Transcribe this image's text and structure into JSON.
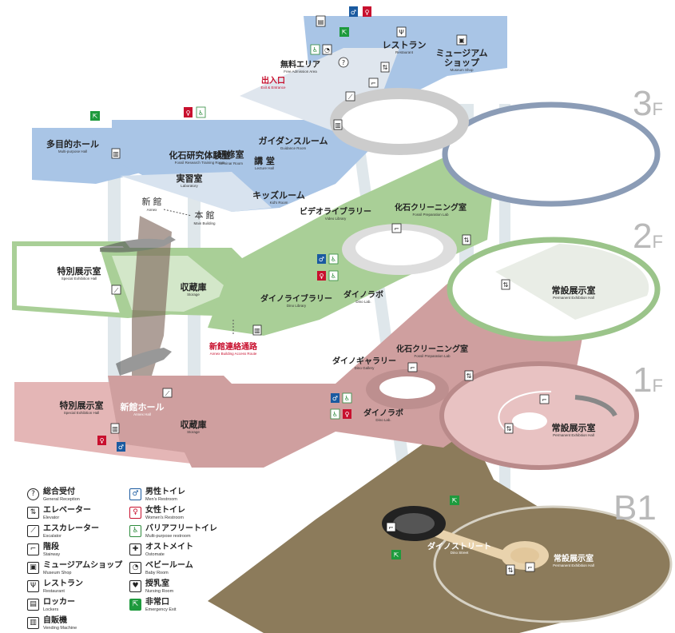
{
  "floors": {
    "f3": "3",
    "f3_suffix": "F",
    "f2": "2",
    "f2_suffix": "F",
    "f1": "1",
    "f1_suffix": "F",
    "b1": "B1"
  },
  "f3": {
    "restaurant": {
      "ja": "レストラン",
      "en": "Restaurant"
    },
    "museum_shop": {
      "ja": "ミュージアム",
      "ja2": "ショップ",
      "en": "Museum Shop"
    },
    "free_area": {
      "ja": "無料エリア",
      "en": "Free Admission Area"
    },
    "entrance": {
      "ja": "出入口",
      "en": "Exit & Entrance"
    },
    "multipurpose": {
      "ja": "多目的ホール",
      "en": "Multi-purpose Hall"
    },
    "research": {
      "ja": "化石研究体験室",
      "en": "Fossil Research Training Room"
    },
    "seminar": {
      "ja": "研修室",
      "en": "Seminar Room"
    },
    "guidance": {
      "ja": "ガイダンスルーム",
      "en": "Guidance Room"
    },
    "lecture": {
      "ja": "講 堂",
      "en": "Lecture Hall"
    },
    "lab": {
      "ja": "実習室",
      "en": "Laboratory"
    },
    "kids": {
      "ja": "キッズルーム",
      "en": "Kid's Room"
    },
    "annex": {
      "ja": "新 館",
      "en": "Annex"
    },
    "main": {
      "ja": "本 館",
      "en": "Main Building"
    }
  },
  "f2": {
    "video": {
      "ja": "ビデオライブラリー",
      "en": "Video Library"
    },
    "prep": {
      "ja": "化石クリーニング室",
      "en": "Fossil Preparation Lab"
    },
    "special": {
      "ja": "特別展示室",
      "en": "Special Exhibition Hall"
    },
    "storage": {
      "ja": "収蔵庫",
      "en": "Storage"
    },
    "dino_library": {
      "ja": "ダイノライブラリー",
      "en": "Dino Library"
    },
    "dino_lab": {
      "ja": "ダイノラボ",
      "en": "Dino Lab."
    },
    "permanent": {
      "ja": "常設展示室",
      "en": "Permanent Exhibition Hall"
    },
    "access": {
      "ja": "新館連絡通路",
      "en": "Annex Building Access Route"
    }
  },
  "f1": {
    "gallery": {
      "ja": "ダイノギャラリー",
      "en": "Dino Gallery"
    },
    "prep": {
      "ja": "化石クリーニング室",
      "en": "Fossil Preparation Lab"
    },
    "special": {
      "ja": "特別展示室",
      "en": "Special Exhibition Hall"
    },
    "annex_hall": {
      "ja": "新館ホール",
      "en": "Annex Hall"
    },
    "storage": {
      "ja": "収蔵庫",
      "en": "Storage"
    },
    "dino_lab": {
      "ja": "ダイノラボ",
      "en": "Dino Lab."
    },
    "permanent": {
      "ja": "常設展示室",
      "en": "Permanent Exhibition Hall"
    }
  },
  "b1": {
    "street": {
      "ja": "ダイノストリート",
      "en": "Dino Street"
    },
    "permanent": {
      "ja": "常設展示室",
      "en": "Permanent Exhibition Hall"
    }
  },
  "legend": [
    {
      "icon": "reception-icon",
      "glyph": "?",
      "ja": "総合受付",
      "en": "General Reception"
    },
    {
      "icon": "elevator-icon",
      "glyph": "⇅",
      "ja": "エレベーター",
      "en": "Elevator"
    },
    {
      "icon": "escalator-icon",
      "glyph": "⟋",
      "ja": "エスカレーター",
      "en": "Escalator"
    },
    {
      "icon": "stairs-icon",
      "glyph": "⌐",
      "ja": "階段",
      "en": "Stairway"
    },
    {
      "icon": "shop-icon",
      "glyph": "▣",
      "ja": "ミュージアムショップ",
      "en": "Museum Shop"
    },
    {
      "icon": "restaurant-icon",
      "glyph": "Ψ",
      "ja": "レストラン",
      "en": "Restaurant"
    },
    {
      "icon": "locker-icon",
      "glyph": "▤",
      "ja": "ロッカー",
      "en": "Lockers"
    },
    {
      "icon": "vending-icon",
      "glyph": "▥",
      "ja": "自販機",
      "en": "Vending Machine"
    },
    {
      "icon": "mens-restroom-icon",
      "glyph": "♂",
      "ja": "男性トイレ",
      "en": "Men's Restroom"
    },
    {
      "icon": "womens-restroom-icon",
      "glyph": "♀",
      "ja": "女性トイレ",
      "en": "Women's Restroom"
    },
    {
      "icon": "barrier-free-restroom-icon",
      "glyph": "♿",
      "ja": "バリアフリートイレ",
      "en": "Multi-purpose restroom"
    },
    {
      "icon": "ostomate-icon",
      "glyph": "✚",
      "ja": "オストメイト",
      "en": "Ostomate"
    },
    {
      "icon": "baby-room-icon",
      "glyph": "◔",
      "ja": "ベビールーム",
      "en": "Baby Room"
    },
    {
      "icon": "nursing-room-icon",
      "glyph": "♥",
      "ja": "授乳室",
      "en": "Nursing Room"
    },
    {
      "icon": "emergency-exit-icon",
      "glyph": "⇱",
      "ja": "非常口",
      "en": "Emergency Exit"
    }
  ],
  "colors": {
    "f3": "#a9c5e6",
    "f2": "#a9cf97",
    "f1": "#cf9f9f",
    "b1": "#8c7b5b",
    "ring_f3": "#8b9cb6",
    "ring_f2": "#9bc48a",
    "ring_f1": "#b98a8a",
    "pillar": "#d2dde3"
  }
}
